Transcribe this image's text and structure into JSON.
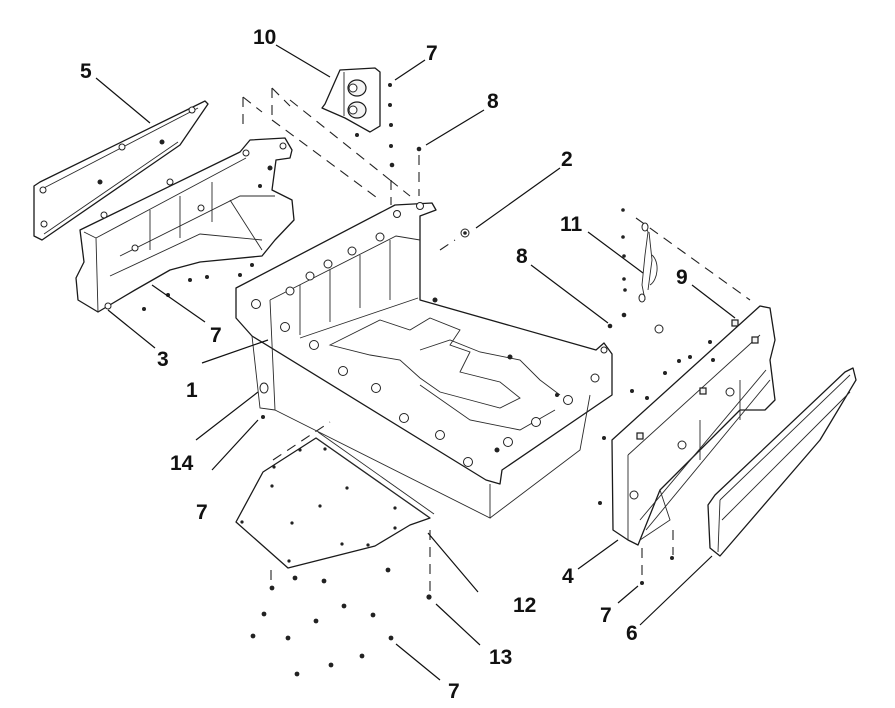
{
  "diagram": {
    "type": "exploded-parts-view",
    "line_color": "#1a1a1a",
    "background": "#ffffff",
    "callouts": [
      {
        "id": "c1",
        "label": "1"
      },
      {
        "id": "c2",
        "label": "2"
      },
      {
        "id": "c3",
        "label": "3"
      },
      {
        "id": "c4",
        "label": "4"
      },
      {
        "id": "c5",
        "label": "5"
      },
      {
        "id": "c6",
        "label": "6"
      },
      {
        "id": "c7a",
        "label": "7"
      },
      {
        "id": "c7b",
        "label": "7"
      },
      {
        "id": "c7c",
        "label": "7"
      },
      {
        "id": "c7d",
        "label": "7"
      },
      {
        "id": "c7e",
        "label": "7"
      },
      {
        "id": "c8a",
        "label": "8"
      },
      {
        "id": "c8b",
        "label": "8"
      },
      {
        "id": "c9",
        "label": "9"
      },
      {
        "id": "c10",
        "label": "10"
      },
      {
        "id": "c11",
        "label": "11"
      },
      {
        "id": "c12",
        "label": "12"
      },
      {
        "id": "c13",
        "label": "13"
      },
      {
        "id": "c14",
        "label": "14"
      }
    ]
  }
}
